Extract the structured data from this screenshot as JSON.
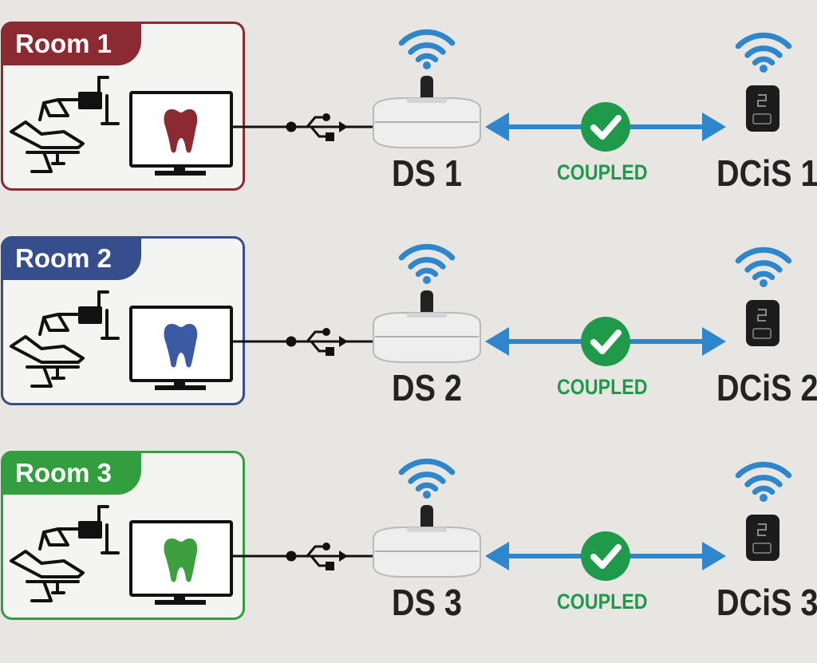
{
  "colors": {
    "background": "#e8e6e3",
    "link_arrow": "#2e86cc",
    "wifi": "#2e86cc",
    "check": "#1f9a4b",
    "coupled_text": "#1f9a4b"
  },
  "rows": [
    {
      "room_label": "Room 1",
      "room_color": "#8b2a31",
      "tooth_color": "#8b2a31",
      "ds_label": "DS 1",
      "dcis_label": "DCiS 1",
      "status": "COUPLED"
    },
    {
      "room_label": "Room 2",
      "room_color": "#364f8c",
      "tooth_color": "#3b5aa3",
      "ds_label": "DS 2",
      "dcis_label": "DCiS 2",
      "status": "COUPLED"
    },
    {
      "room_label": "Room 3",
      "room_color": "#339e3e",
      "tooth_color": "#3d9f3e",
      "ds_label": "DS 3",
      "dcis_label": "DCiS 3",
      "status": "COUPLED"
    }
  ],
  "icons": [
    "dental-chair-icon",
    "monitor-icon",
    "tooth-icon",
    "usb-icon",
    "wifi-icon",
    "docking-station-icon",
    "sensor-icon",
    "check-icon",
    "double-arrow-icon"
  ]
}
